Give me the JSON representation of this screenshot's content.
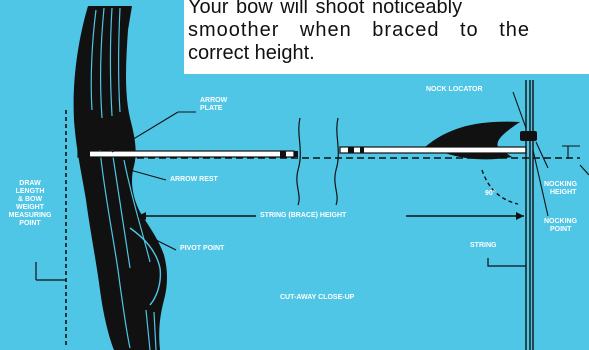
{
  "caption": {
    "line1": "Your bow will shoot noticeably",
    "line2": "smoother when braced to the",
    "line3": "correct height."
  },
  "labels": {
    "arrow_plate_1": "ARROW",
    "arrow_plate_2": "PLATE",
    "nock_locator": "NOCK LOCATOR",
    "arrow_rest": "ARROW REST",
    "angle": "90°",
    "draw_1": "DRAW",
    "draw_2": "LENGTH",
    "draw_3": "& BOW",
    "draw_4": "WEIGHT",
    "draw_5": "MEASURING",
    "draw_6": "POINT",
    "string_height": "STRING (BRACE) HEIGHT",
    "pivot_point": "PIVOT POINT",
    "string": "STRING",
    "cutaway": "CUT-AWAY CLOSE-UP",
    "nocking_height_1": "NOCKING",
    "nocking_height_2": "HEIGHT",
    "nocking_point_1": "NOCKING",
    "nocking_point_2": "POINT"
  },
  "colors": {
    "background": "#4fc6e6",
    "ink": "#111111",
    "label": "#ffffff",
    "caption_bg": "#ffffff"
  }
}
